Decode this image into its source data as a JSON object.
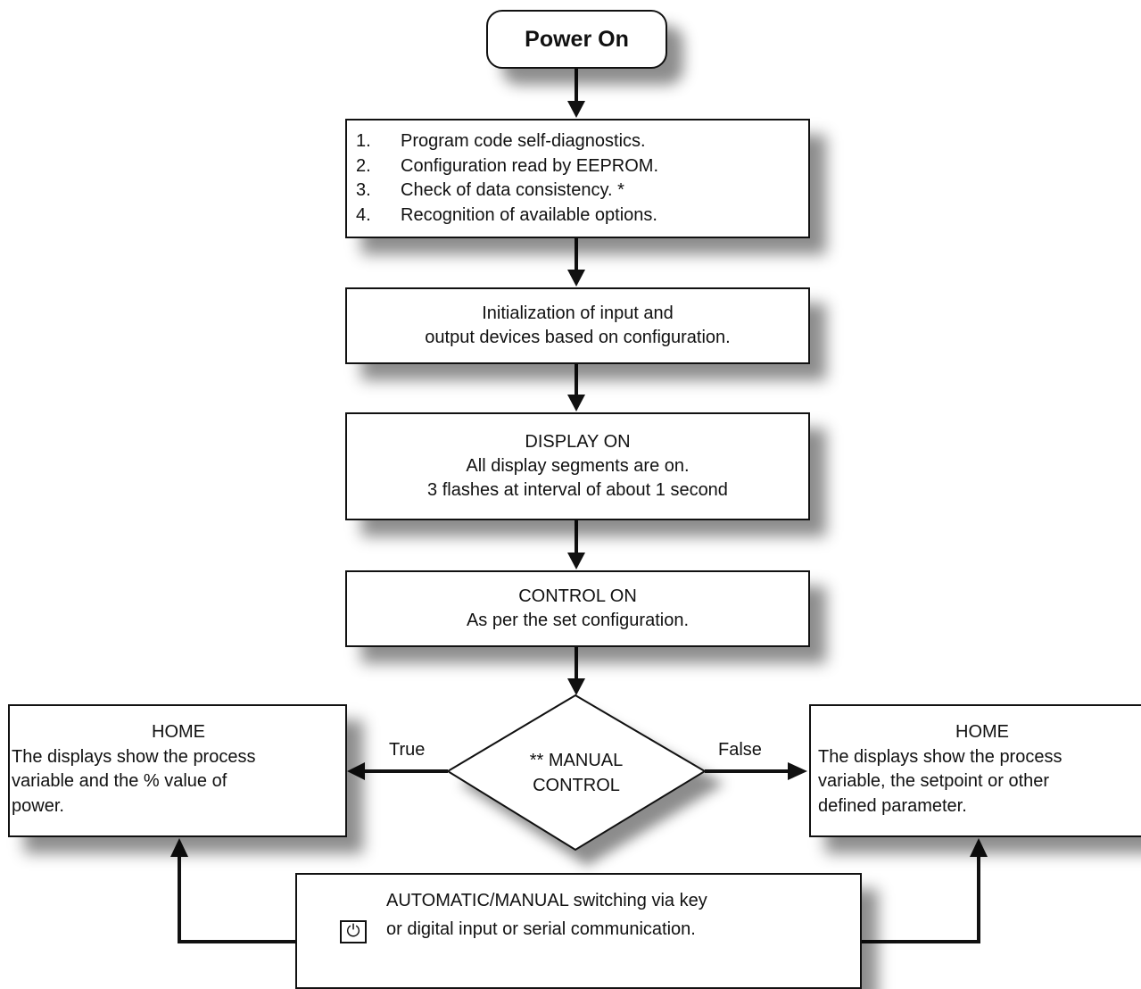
{
  "start": {
    "label": "Power On"
  },
  "steps": {
    "items": [
      {
        "num": "1.",
        "text": "Program code self-diagnostics."
      },
      {
        "num": "2.",
        "text": "Configuration read by EEPROM."
      },
      {
        "num": "3.",
        "text": "Check of data consistency. *"
      },
      {
        "num": "4.",
        "text": "Recognition of available options."
      }
    ]
  },
  "init": {
    "line1": "Initialization of input and",
    "line2": "output devices based on configuration."
  },
  "display": {
    "line1": "DISPLAY ON",
    "line2": "All display segments are on.",
    "line3": "3 flashes at interval of about 1 second"
  },
  "control": {
    "line1": "CONTROL ON",
    "line2": "As per the set configuration."
  },
  "decision": {
    "line1": "** MANUAL",
    "line2": "CONTROL",
    "true_label": "True",
    "false_label": "False"
  },
  "home_left": {
    "title": "HOME",
    "line1": "The displays show the process",
    "line2": "variable and the % value of",
    "line3": "power."
  },
  "home_right": {
    "title": "HOME",
    "line1": "The displays show the process",
    "line2": "variable, the setpoint or other",
    "line3": "defined parameter."
  },
  "switching": {
    "line1": "AUTOMATIC/MANUAL switching via key",
    "line2": "or digital input or serial communication.",
    "key_icon": "power-key-icon",
    "key_glyph": "⏻"
  }
}
